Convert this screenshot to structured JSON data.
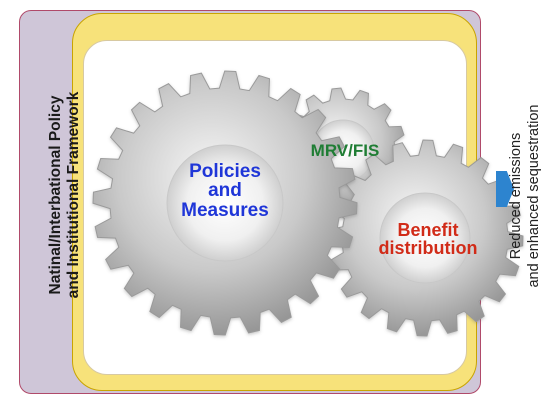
{
  "framework": {
    "line1": "Natinal/Interbational Policy",
    "line2": "and Institutional Framework"
  },
  "gears": {
    "policies": {
      "line1": "Policies",
      "line2": "and",
      "line3": "Measures"
    },
    "mrv": {
      "label": "MRV/FIS"
    },
    "benefit": {
      "line1": "Benefit",
      "line2": "distribution"
    }
  },
  "outcome": {
    "line1": "Reduced emissions",
    "line2": "and enhanced sequestration"
  },
  "colors": {
    "outer_frame": "#cfc6d8",
    "yellow_frame": "#f7e27a",
    "policies_text": "#1f36d8",
    "mrv_text": "#1f7d34",
    "benefit_text": "#d12b18",
    "arrow": "#2d84cf"
  }
}
